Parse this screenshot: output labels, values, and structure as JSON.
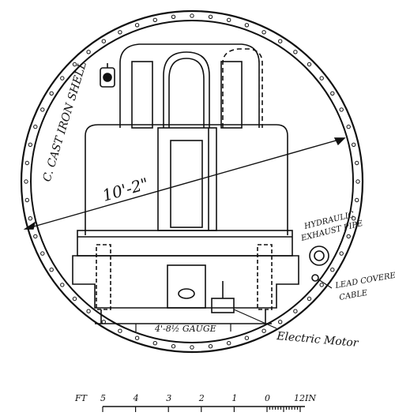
{
  "labels": {
    "shell": "C. CAST IRON SHELL",
    "diameter": "10'-2\"",
    "pipe_line1": "HYDRAULIC",
    "pipe_line2": "EXHAUST PIPE",
    "cable_line1": "LEAD COVERED",
    "cable_line2": "CABLE",
    "gauge": "4'-8½ GAUGE",
    "motor": "Electric Motor"
  },
  "scale_bar": {
    "feet_unit": "FT",
    "inch_unit": "IN",
    "feet_ticks": [
      "5",
      "4",
      "3",
      "2",
      "1",
      "0"
    ],
    "inch_max": "12"
  }
}
